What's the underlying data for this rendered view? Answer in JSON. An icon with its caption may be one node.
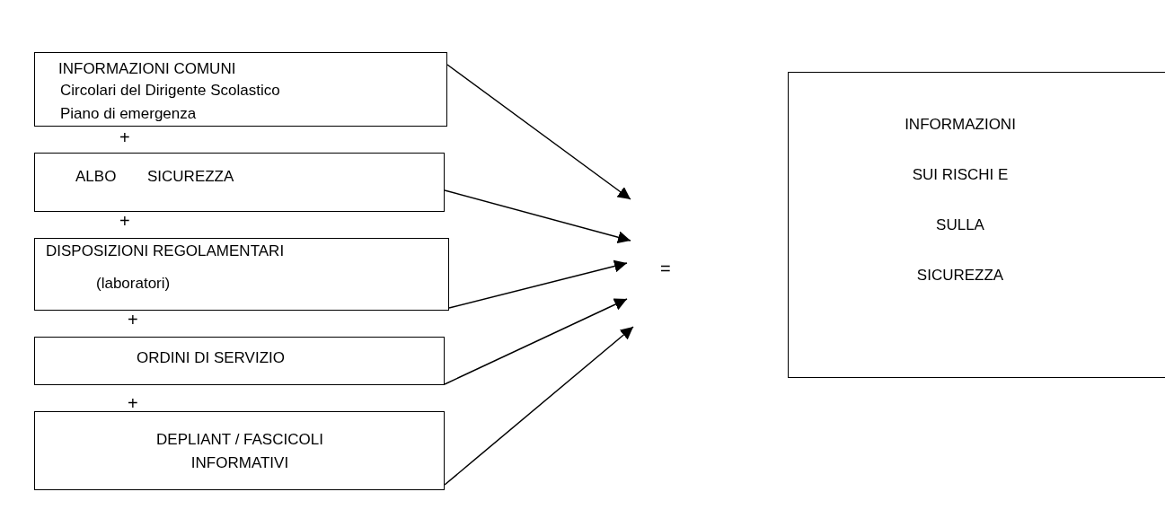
{
  "diagram": {
    "nodes": [
      {
        "text": [
          "INFORMAZIONI COMUNI",
          "Circolari del Dirigente Scolastico Piano di emergenza"
        ]
      },
      {
        "text": [
          "ALBO",
          "SICUREZZA"
        ]
      },
      {
        "text": [
          "DISPOSIZIONI REGOLAMENTARI",
          "(laboratori)"
        ]
      },
      {
        "text": [
          "ORDINI DI SERVIZIO"
        ]
      },
      {
        "text": [
          "DEPLIANT / FASCICOLI INFORMATIVI"
        ]
      },
      {
        "text": [
          "INFORMAZIONI SUI RISCHI E SULLA SICUREZZA"
        ]
      }
    ],
    "edges": [
      {
        "from": 0,
        "to": null,
        "arrow": "to"
      },
      {
        "from": 1,
        "to": null,
        "arrow": "to"
      },
      {
        "from": 2,
        "to": null,
        "arrow": "to"
      },
      {
        "from": 3,
        "to": null,
        "arrow": "to"
      },
      {
        "from": 4,
        "to": null,
        "arrow": "to"
      }
    ],
    "labels": [
      "+",
      "+",
      "+",
      "+",
      "="
    ]
  }
}
